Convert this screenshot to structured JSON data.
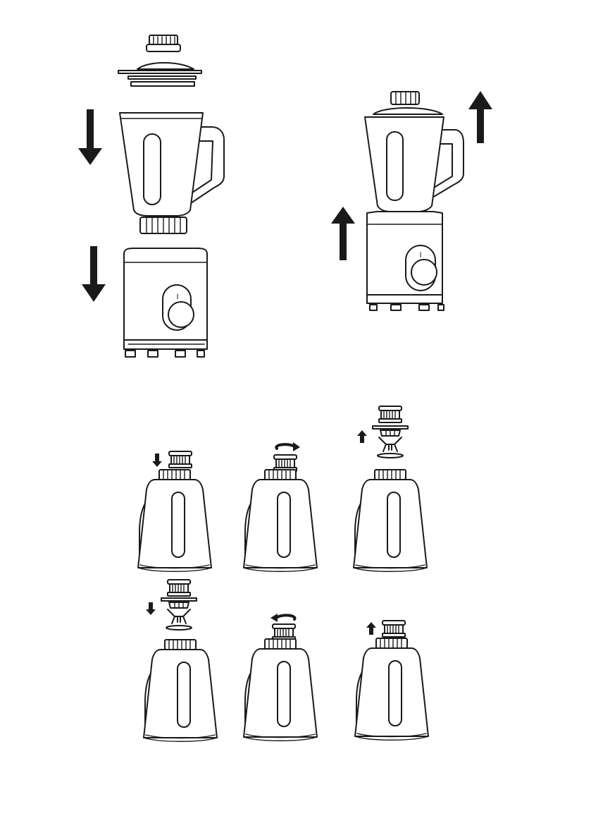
{
  "page": {
    "background": "#ffffff",
    "line_color": "#1a1a1a"
  },
  "figures": {
    "assembly_exploded": {
      "description_steps": [
        "lid-cap",
        "lid",
        "jar",
        "jar-base-collar",
        "motor-base"
      ]
    },
    "assembly_lift_off": {},
    "blade_removal_steps": [
      "step-1",
      "step-2",
      "step-3"
    ],
    "blade_install_steps": [
      "step-4",
      "step-5",
      "step-6"
    ]
  },
  "labels": {
    "power_mark_base": "I",
    "power_mark_assembled": "I"
  }
}
